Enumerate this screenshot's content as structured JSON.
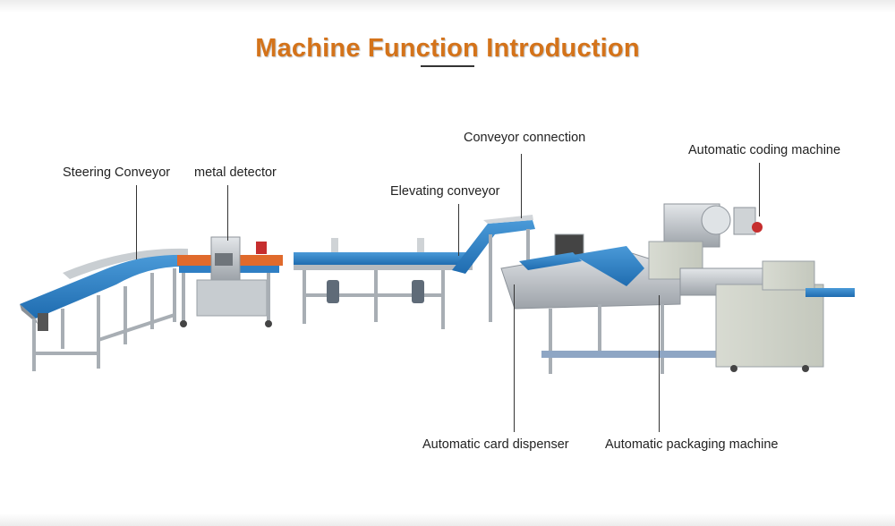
{
  "title": "Machine Function Introduction",
  "labels": {
    "steering_conveyor": "Steering Conveyor",
    "metal_detector": "metal detector",
    "elevating_conveyor": "Elevating conveyor",
    "conveyor_connection": "Conveyor connection",
    "automatic_coding_machine": "Automatic coding machine",
    "automatic_card_dispenser": "Automatic card dispenser",
    "automatic_packaging_machine": "Automatic packaging machine"
  },
  "colors": {
    "title": "#d4731a",
    "belt": "#2f7fc4",
    "steel": "#b9bec3",
    "text": "#222222"
  }
}
